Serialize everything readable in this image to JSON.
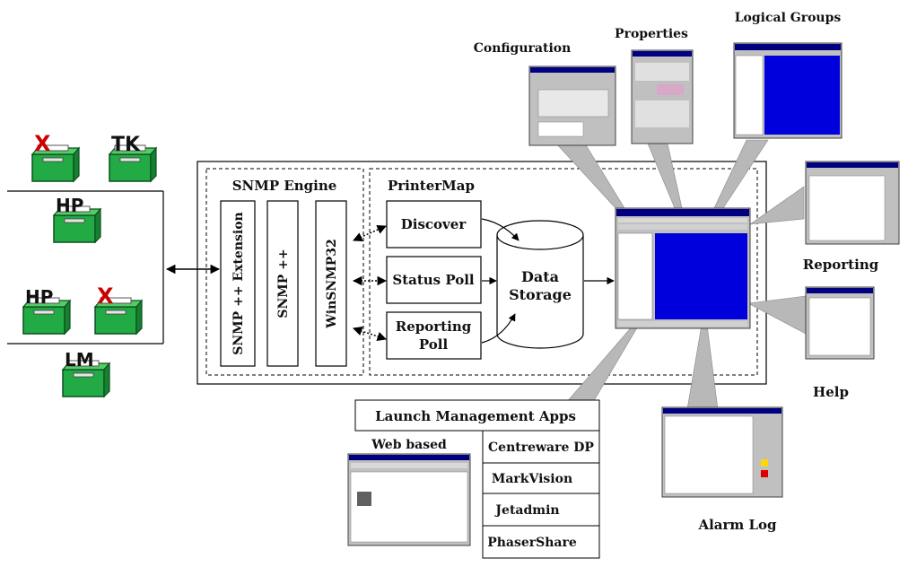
{
  "printers": [
    {
      "tag": "X",
      "tag_color": "#cc0000",
      "status": "error"
    },
    {
      "tag": "TK",
      "tag_color": "#111111",
      "status": "ok"
    },
    {
      "tag": "HP",
      "tag_color": "#111111",
      "status": "ok"
    },
    {
      "tag": "HP",
      "tag_color": "#111111",
      "status": "ok"
    },
    {
      "tag": "X",
      "tag_color": "#cc0000",
      "status": "error"
    },
    {
      "tag": "LM",
      "tag_color": "#111111",
      "status": "ok"
    }
  ],
  "engine": {
    "snmp_engine_label": "SNMP Engine",
    "columns": [
      "SNMP ++ Extension",
      "SNMP ++",
      "WinSNMP32"
    ]
  },
  "printermap": {
    "label": "PrinterMap",
    "processes": [
      "Discover",
      "Status Poll",
      "Reporting Poll"
    ],
    "storage_label": "Data Storage"
  },
  "screens": {
    "configuration": "Configuration",
    "properties": "Properties",
    "logical_groups": "Logical Groups",
    "reporting": "Reporting",
    "help": "Help",
    "alarm_log": "Alarm Log"
  },
  "launch": {
    "title": "Launch Management Apps",
    "web_based": "Web based",
    "apps": [
      "Centreware DP",
      "MarkVision",
      "Jetadmin",
      "PhaserShare"
    ]
  },
  "colors": {
    "printer_green": "#22aa44",
    "screen_blue": "#0000dd",
    "titlebar_blue": "#000080",
    "callout_gray": "#b8b8b8"
  }
}
